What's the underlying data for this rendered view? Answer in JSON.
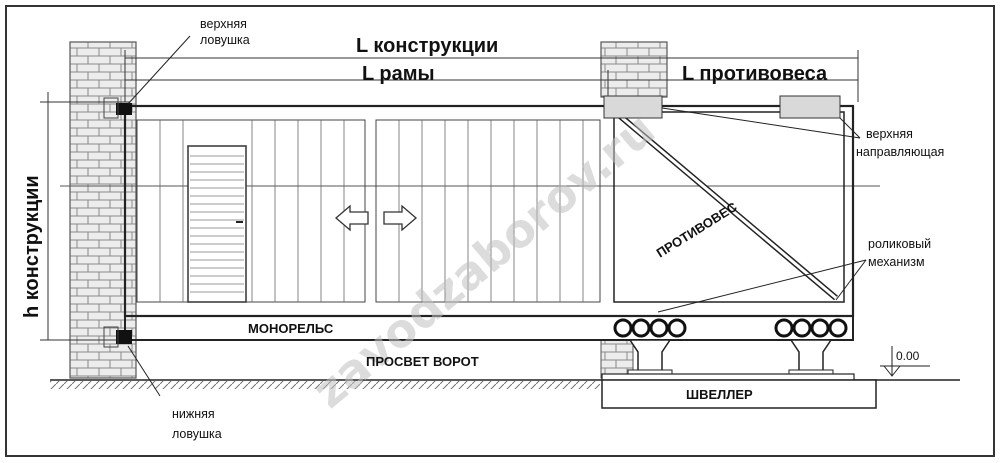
{
  "labels": {
    "l_construction": "L конструкции",
    "l_frame": "L рамы",
    "l_counterweight": "L противовеса",
    "h_construction": "h конструкции",
    "upper_catcher": [
      "верхняя",
      "ловушка"
    ],
    "lower_catcher": [
      "нижняя",
      "ловушка"
    ],
    "upper_guide": [
      "верхняя",
      "направляющая"
    ],
    "roller_mechanism": [
      "роликовый",
      "механизм"
    ],
    "counterweight": "ПРОТИВОВЕС",
    "monorail": "МОНОРЕЛЬС",
    "gate_clearance": "ПРОСВЕТ ВОРОТ",
    "channel": "ШВЕЛЛЕР",
    "level_mark": "0.00"
  },
  "watermark": "zavodzaborov.ru",
  "colors": {
    "line": "#222222",
    "brick_fill": "#e6e6e6",
    "guide_fill": "#d9d9d9",
    "watermark": "#bfbfbf"
  }
}
